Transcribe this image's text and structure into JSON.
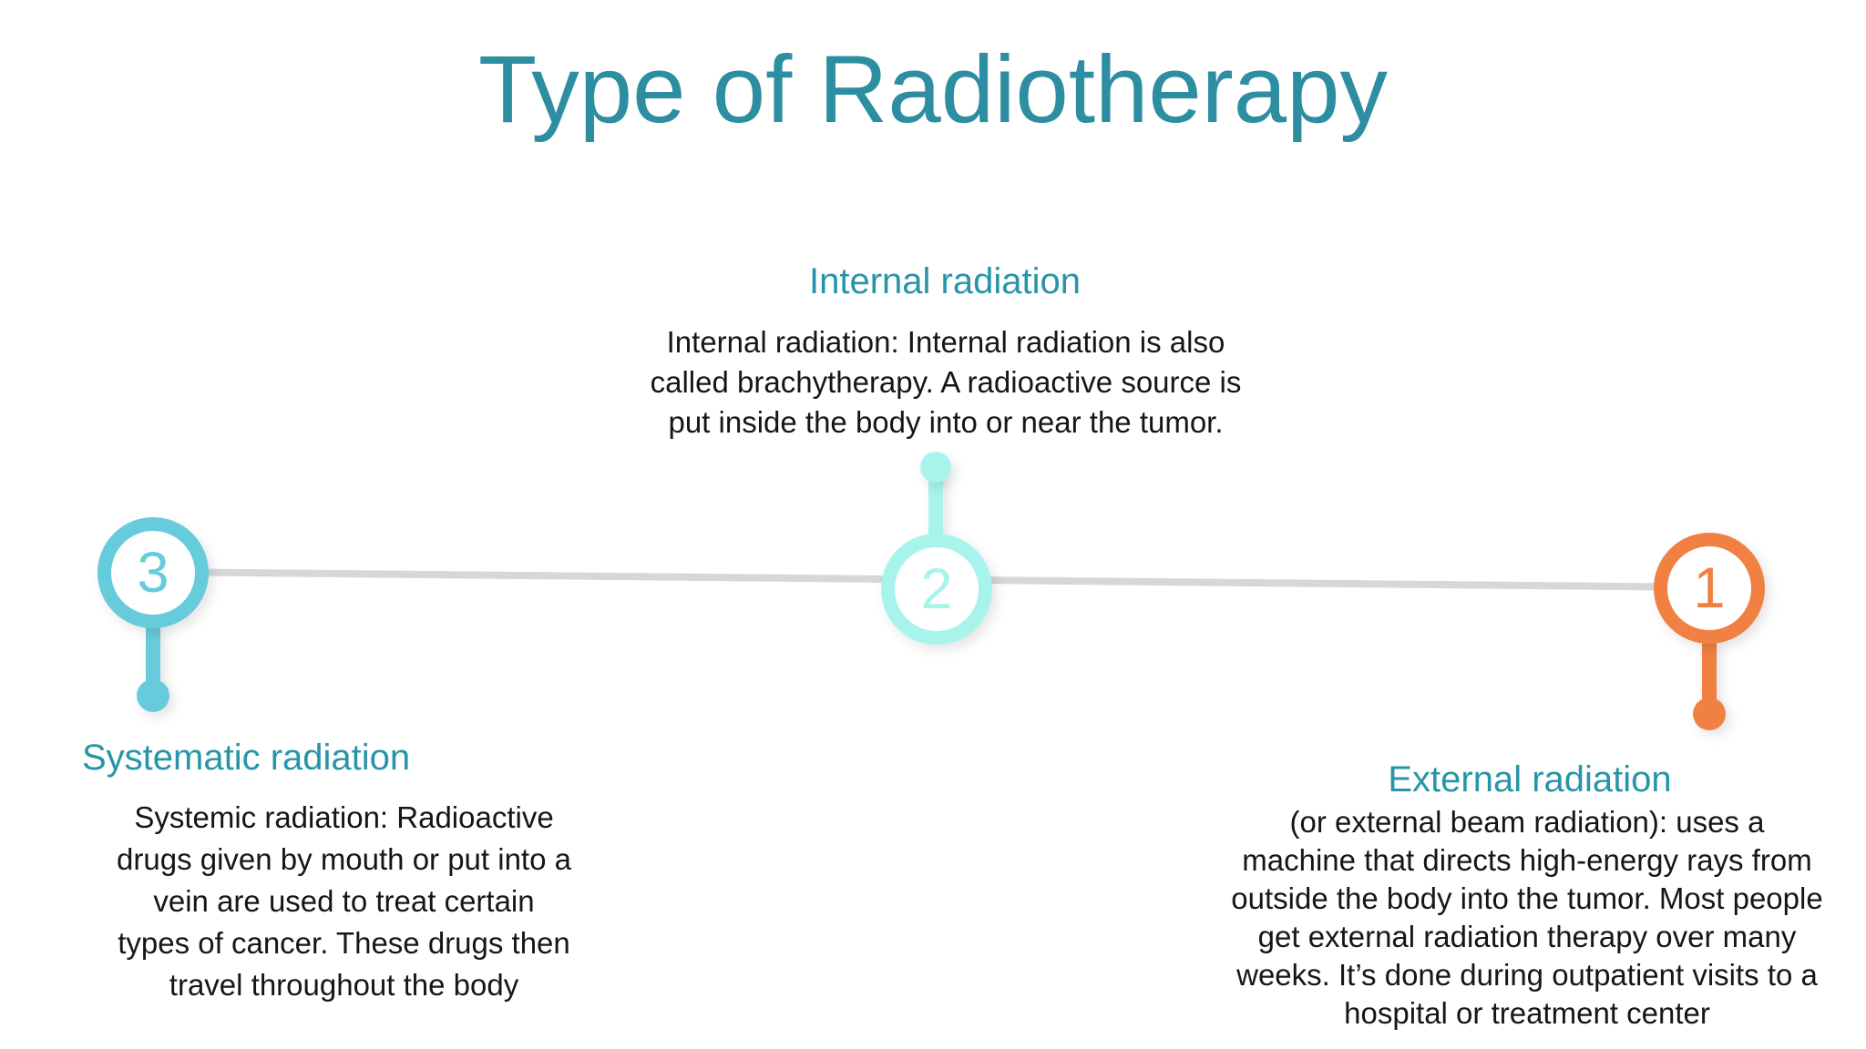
{
  "title": {
    "text": "Type of Radiotherapy",
    "color": "#2d8ea1"
  },
  "timeline": {
    "line_color": "#d7d7d9",
    "milestones": {
      "m1": {
        "number": "1",
        "color": "#f08142",
        "section": "external"
      },
      "m2": {
        "number": "2",
        "color": "#a8f4ec",
        "section": "internal"
      },
      "m3": {
        "number": "3",
        "color": "#66ccdb",
        "section": "systematic"
      }
    }
  },
  "sections": {
    "internal": {
      "heading": "Internal radiation",
      "heading_color": "#2795a7",
      "body_lines": [
        "Internal radiation: Internal radiation is also",
        "called brachytherapy. A radioactive source is",
        "put inside the body into or near the tumor."
      ]
    },
    "systematic": {
      "heading": "Systematic radiation",
      "heading_color": "#2795a7",
      "body_lines": [
        "Systemic radiation: Radioactive",
        "drugs given by mouth or put into a",
        "vein are used to treat certain",
        "types of cancer. These drugs then",
        "travel throughout the body"
      ]
    },
    "external": {
      "heading": "External radiation",
      "heading_color": "#2795a7",
      "body_lines": [
        "(or external beam radiation): uses a",
        "machine that directs high-energy rays from",
        "outside the body into the tumor. Most people",
        "get external radiation therapy over many",
        "weeks. It’s done during outpatient visits to a",
        "hospital or treatment center"
      ]
    }
  }
}
